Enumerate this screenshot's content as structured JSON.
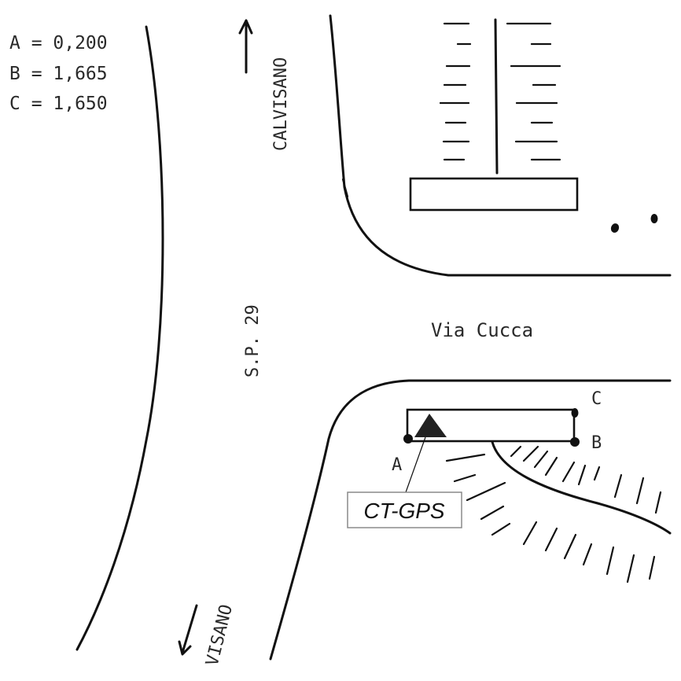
{
  "legend": {
    "a": "A = 0,200",
    "b": "B = 1,665",
    "c": "C = 1,650"
  },
  "roads": {
    "main_road": "S.P. 29",
    "side_street": "Via Cucca"
  },
  "directions": {
    "north": "CALVISANO",
    "south": "VISANO"
  },
  "points": {
    "a": "A",
    "b": "B",
    "c": "C"
  },
  "marker": {
    "label": "CT-GPS",
    "icon": "triangle-marker-icon"
  },
  "colors": {
    "ink": "#111111",
    "text": "#2a2a2a",
    "background": "#ffffff"
  }
}
